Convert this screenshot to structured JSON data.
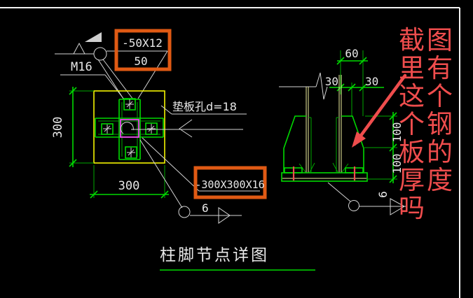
{
  "plan": {
    "callout_plate": {
      "size": "-50X12",
      "qty": "50"
    },
    "bolt_label": "M16",
    "washer_hole_label": "垫板孔d=18",
    "base_plate_callout": "-300X300X16",
    "weld_size": "6",
    "dim_height": "300",
    "dim_width": "300"
  },
  "elevation": {
    "dim_total_top": "60",
    "dim_top_left": "30",
    "dim_top_right": "30",
    "dim_right_upper": "100",
    "dim_right_lower": "100",
    "weld_size": "6"
  },
  "title": {
    "text": "柱脚节点详图"
  },
  "note": {
    "lines": [
      "截图",
      "里有",
      "这个",
      "个钢",
      "板的",
      "厚度",
      "吗"
    ]
  },
  "colors": {
    "background": "#000000",
    "line_green": "#00d900",
    "line_yellow": "#f5f500",
    "line_magenta": "#ee44ee",
    "line_gray": "#d4d4d4",
    "highlight_orange": "#e05a14",
    "note_red": "#ef4d4d"
  }
}
